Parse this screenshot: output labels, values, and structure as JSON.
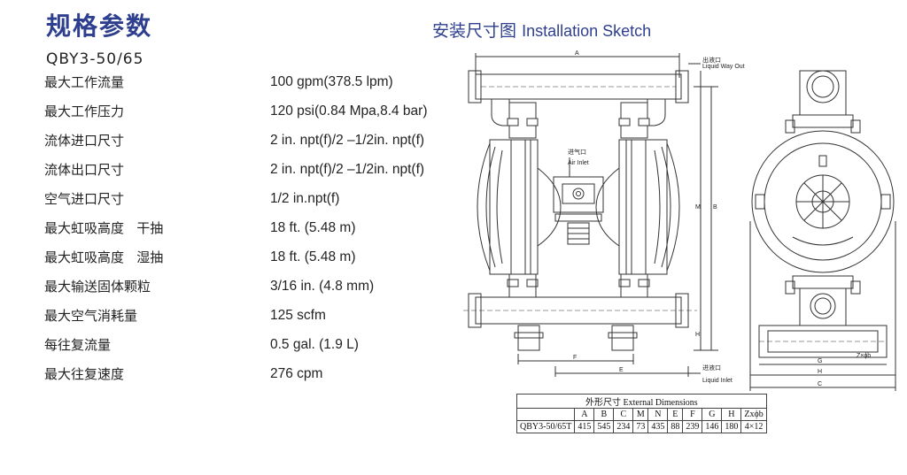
{
  "page": {
    "title": "规格参数",
    "model": "QBY3-50/65"
  },
  "specs": [
    {
      "label": "最大工作流量",
      "value": "100 gpm(378.5 lpm)"
    },
    {
      "label": "最大工作压力",
      "value": "120 psi(0.84 Mpa,8.4 bar)"
    },
    {
      "label": "流体进口尺寸",
      "value": "2 in. npt(f)/2 –1/2in. npt(f)"
    },
    {
      "label": "流体出口尺寸",
      "value": "2 in. npt(f)/2 –1/2in. npt(f)"
    },
    {
      "label": "空气进口尺寸",
      "value": "1/2 in.npt(f)"
    },
    {
      "label": "最大虹吸高度   干抽",
      "value": "18 ft. (5.48 m)"
    },
    {
      "label": "最大虹吸高度   湿抽",
      "value": "18 ft. (5.48 m)"
    },
    {
      "label": "最大输送固体颗粒",
      "value": "3/16 in. (4.8 mm)"
    },
    {
      "label": "最大空气消耗量",
      "value": "125 scfm"
    },
    {
      "label": "每往复流量",
      "value": "0.5 gal. (1.9 L)"
    },
    {
      "label": "最大往复速度",
      "value": "276 cpm"
    }
  ],
  "sketch": {
    "title_cn": "安装尺寸图",
    "title_en": "Installation Sketch",
    "labels": {
      "outlet": "Liquid Way Out",
      "inlet": "Liquid Inlet",
      "air": "Air Inlet",
      "air_cn": "进气口",
      "outlet_cn": "出液口",
      "inlet_cn": "进液口",
      "dim_a": "A",
      "dim_b": "B",
      "dim_c": "C",
      "dim_h": "H",
      "dim_m": "M",
      "dim_e": "E",
      "dim_f": "F",
      "dim_g": "G",
      "dim_zx": "Z×ϕb"
    }
  },
  "dimensions": {
    "caption": "外形尺寸 External Dimensions",
    "headers": [
      "A",
      "B",
      "C",
      "M",
      "N",
      "E",
      "F",
      "G",
      "H",
      "Zxϕb"
    ],
    "model": "QBY3-50/65T",
    "values": [
      "415",
      "545",
      "234",
      "73",
      "435",
      "88",
      "239",
      "146",
      "180",
      "4×12"
    ]
  },
  "colors": {
    "title": "#2e3f8f",
    "line": "#333333"
  }
}
